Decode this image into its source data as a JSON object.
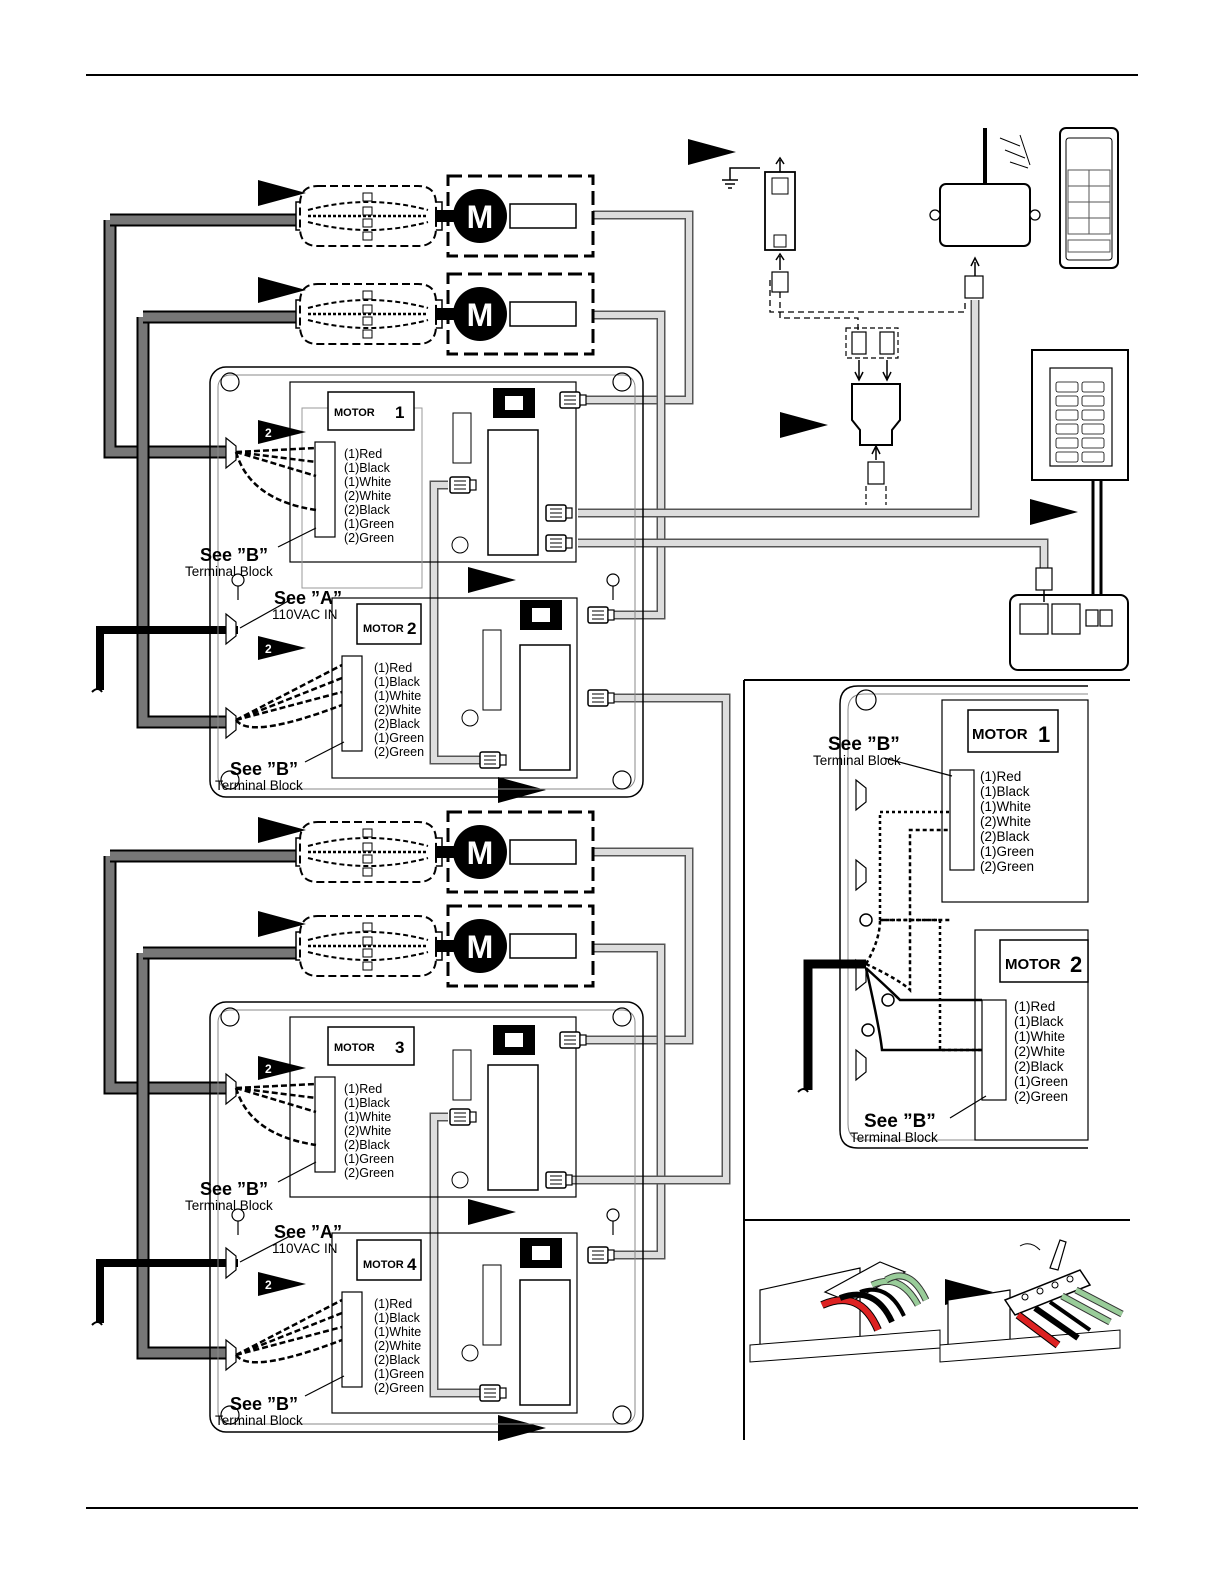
{
  "motor_labels": [
    "MOTOR",
    "MOTOR",
    "MOTOR",
    "MOTOR"
  ],
  "motor_numbers": [
    "1",
    "2",
    "3",
    "4"
  ],
  "motor_letter": "M",
  "step_number": "2",
  "wires": [
    "(1)Red",
    "(1)Black",
    "(1)White",
    "(2)White",
    "(2)Black",
    "(1)Green",
    "(2)Green"
  ],
  "see_b": "See ”B”",
  "terminal_block": "Terminal Block",
  "see_a": "See ”A”",
  "vac_in": "110VAC IN",
  "inset": {
    "motor_label": "MOTOR",
    "motor1_number": "1",
    "motor2_number": "2"
  }
}
